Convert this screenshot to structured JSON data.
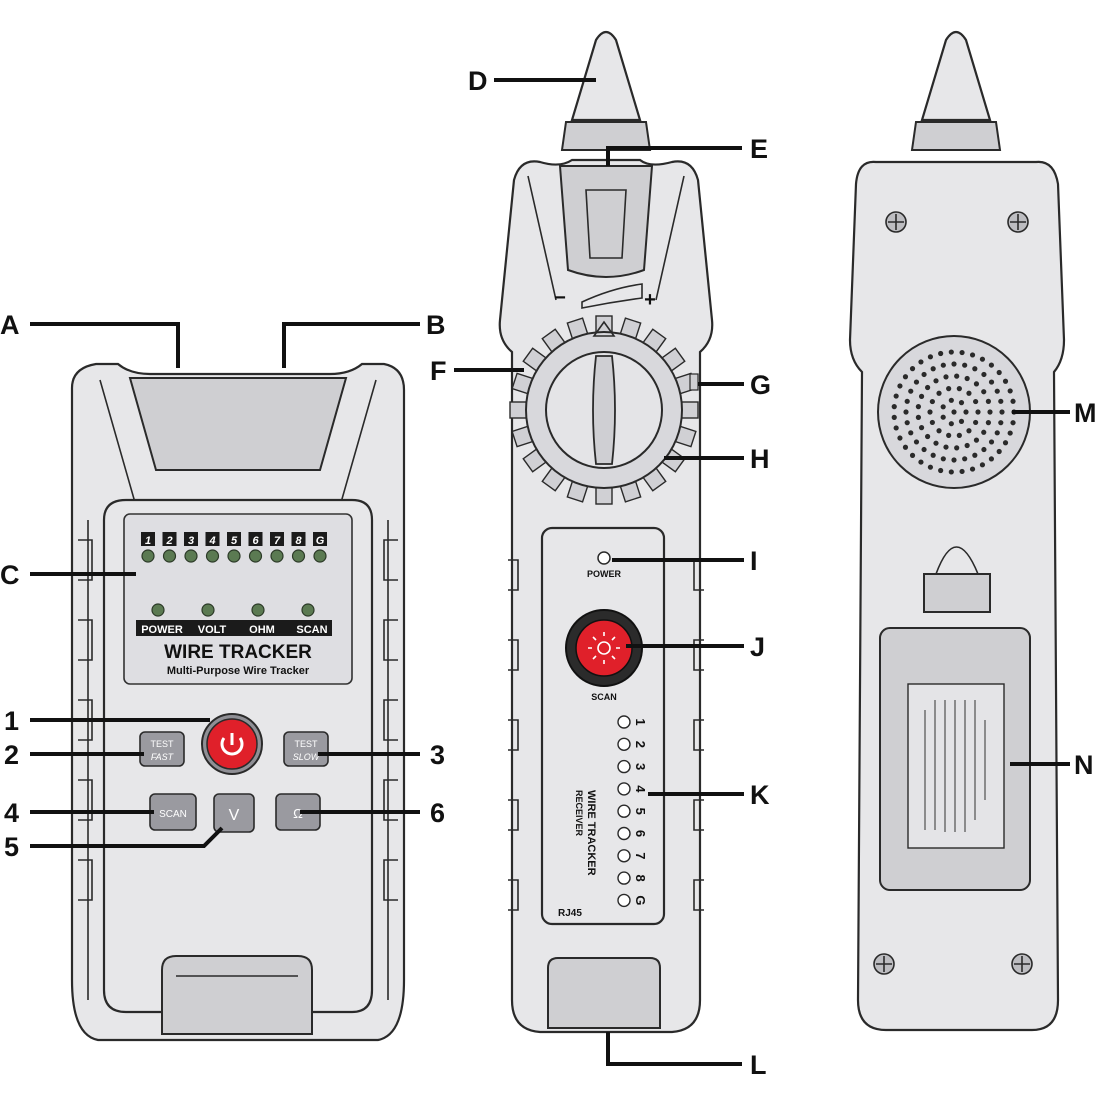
{
  "callouts": {
    "A": "A",
    "B": "B",
    "C": "C",
    "D": "D",
    "E": "E",
    "F": "F",
    "G": "G",
    "H": "H",
    "I": "I",
    "J": "J",
    "K": "K",
    "L": "L",
    "M": "M",
    "N": "N",
    "n1": "1",
    "n2": "2",
    "n3": "3",
    "n4": "4",
    "n5": "5",
    "n6": "6"
  },
  "transmitter": {
    "channels": [
      "1",
      "2",
      "3",
      "4",
      "5",
      "6",
      "7",
      "8",
      "G"
    ],
    "status_labels": [
      "POWER",
      "VOLT",
      "OHM",
      "SCAN"
    ],
    "brand": "WIRE TRACKER",
    "subtitle": "Multi-Purpose Wire Tracker",
    "buttons": {
      "test_fast_top": "TEST",
      "test_fast_bottom": "FAST",
      "test_slow_top": "TEST",
      "test_slow_bottom": "SLOW",
      "scan": "SCAN",
      "volt": "V",
      "ohm": "Ω"
    }
  },
  "receiver": {
    "dial_minus": "−",
    "dial_plus": "+",
    "power_label": "POWER",
    "scan_label": "SCAN",
    "channels": [
      "1",
      "2",
      "3",
      "4",
      "5",
      "6",
      "7",
      "8",
      "G"
    ],
    "brand_line1": "WIRE TRACKER",
    "brand_line2": "RECEIVER",
    "port_label": "RJ45"
  },
  "colors": {
    "body": "#e7e7e9",
    "led": "#5b7a52",
    "power_button": "#e0202a",
    "outline": "#2a2a2a"
  }
}
